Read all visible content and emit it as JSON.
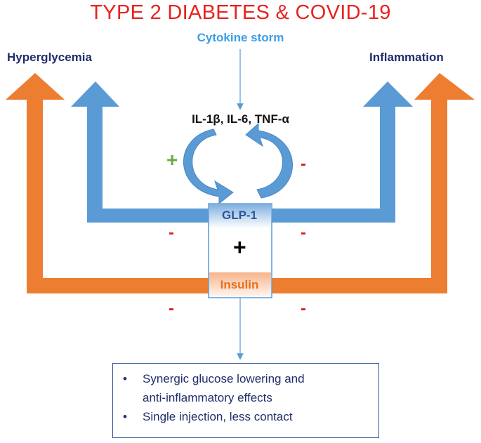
{
  "title": "TYPE 2 DIABETES & COVID-19",
  "trigger": "Cytokine storm",
  "outcomes": {
    "left": "Hyperglycemia",
    "right": "Inflammation"
  },
  "cytokines": "IL-1β, IL-6, TNF-α",
  "signs": {
    "positive": "+",
    "negative": "-",
    "combine": "+"
  },
  "drugs": {
    "first": "GLP-1",
    "second": "Insulin"
  },
  "benefits": [
    {
      "bullet": "•",
      "line1": "Synergic glucose lowering and",
      "line2": "anti-inflammatory effects"
    },
    {
      "bullet": "•",
      "line1": "Single injection, less contact",
      "line2": ""
    }
  ],
  "colors": {
    "title": "#e8231e",
    "trigger": "#3a9ee8",
    "glp1_path": "#5b9bd5",
    "insulin_path": "#ed7d31",
    "negative_sign": "#e31b17",
    "positive_sign": "#6aab3c"
  }
}
